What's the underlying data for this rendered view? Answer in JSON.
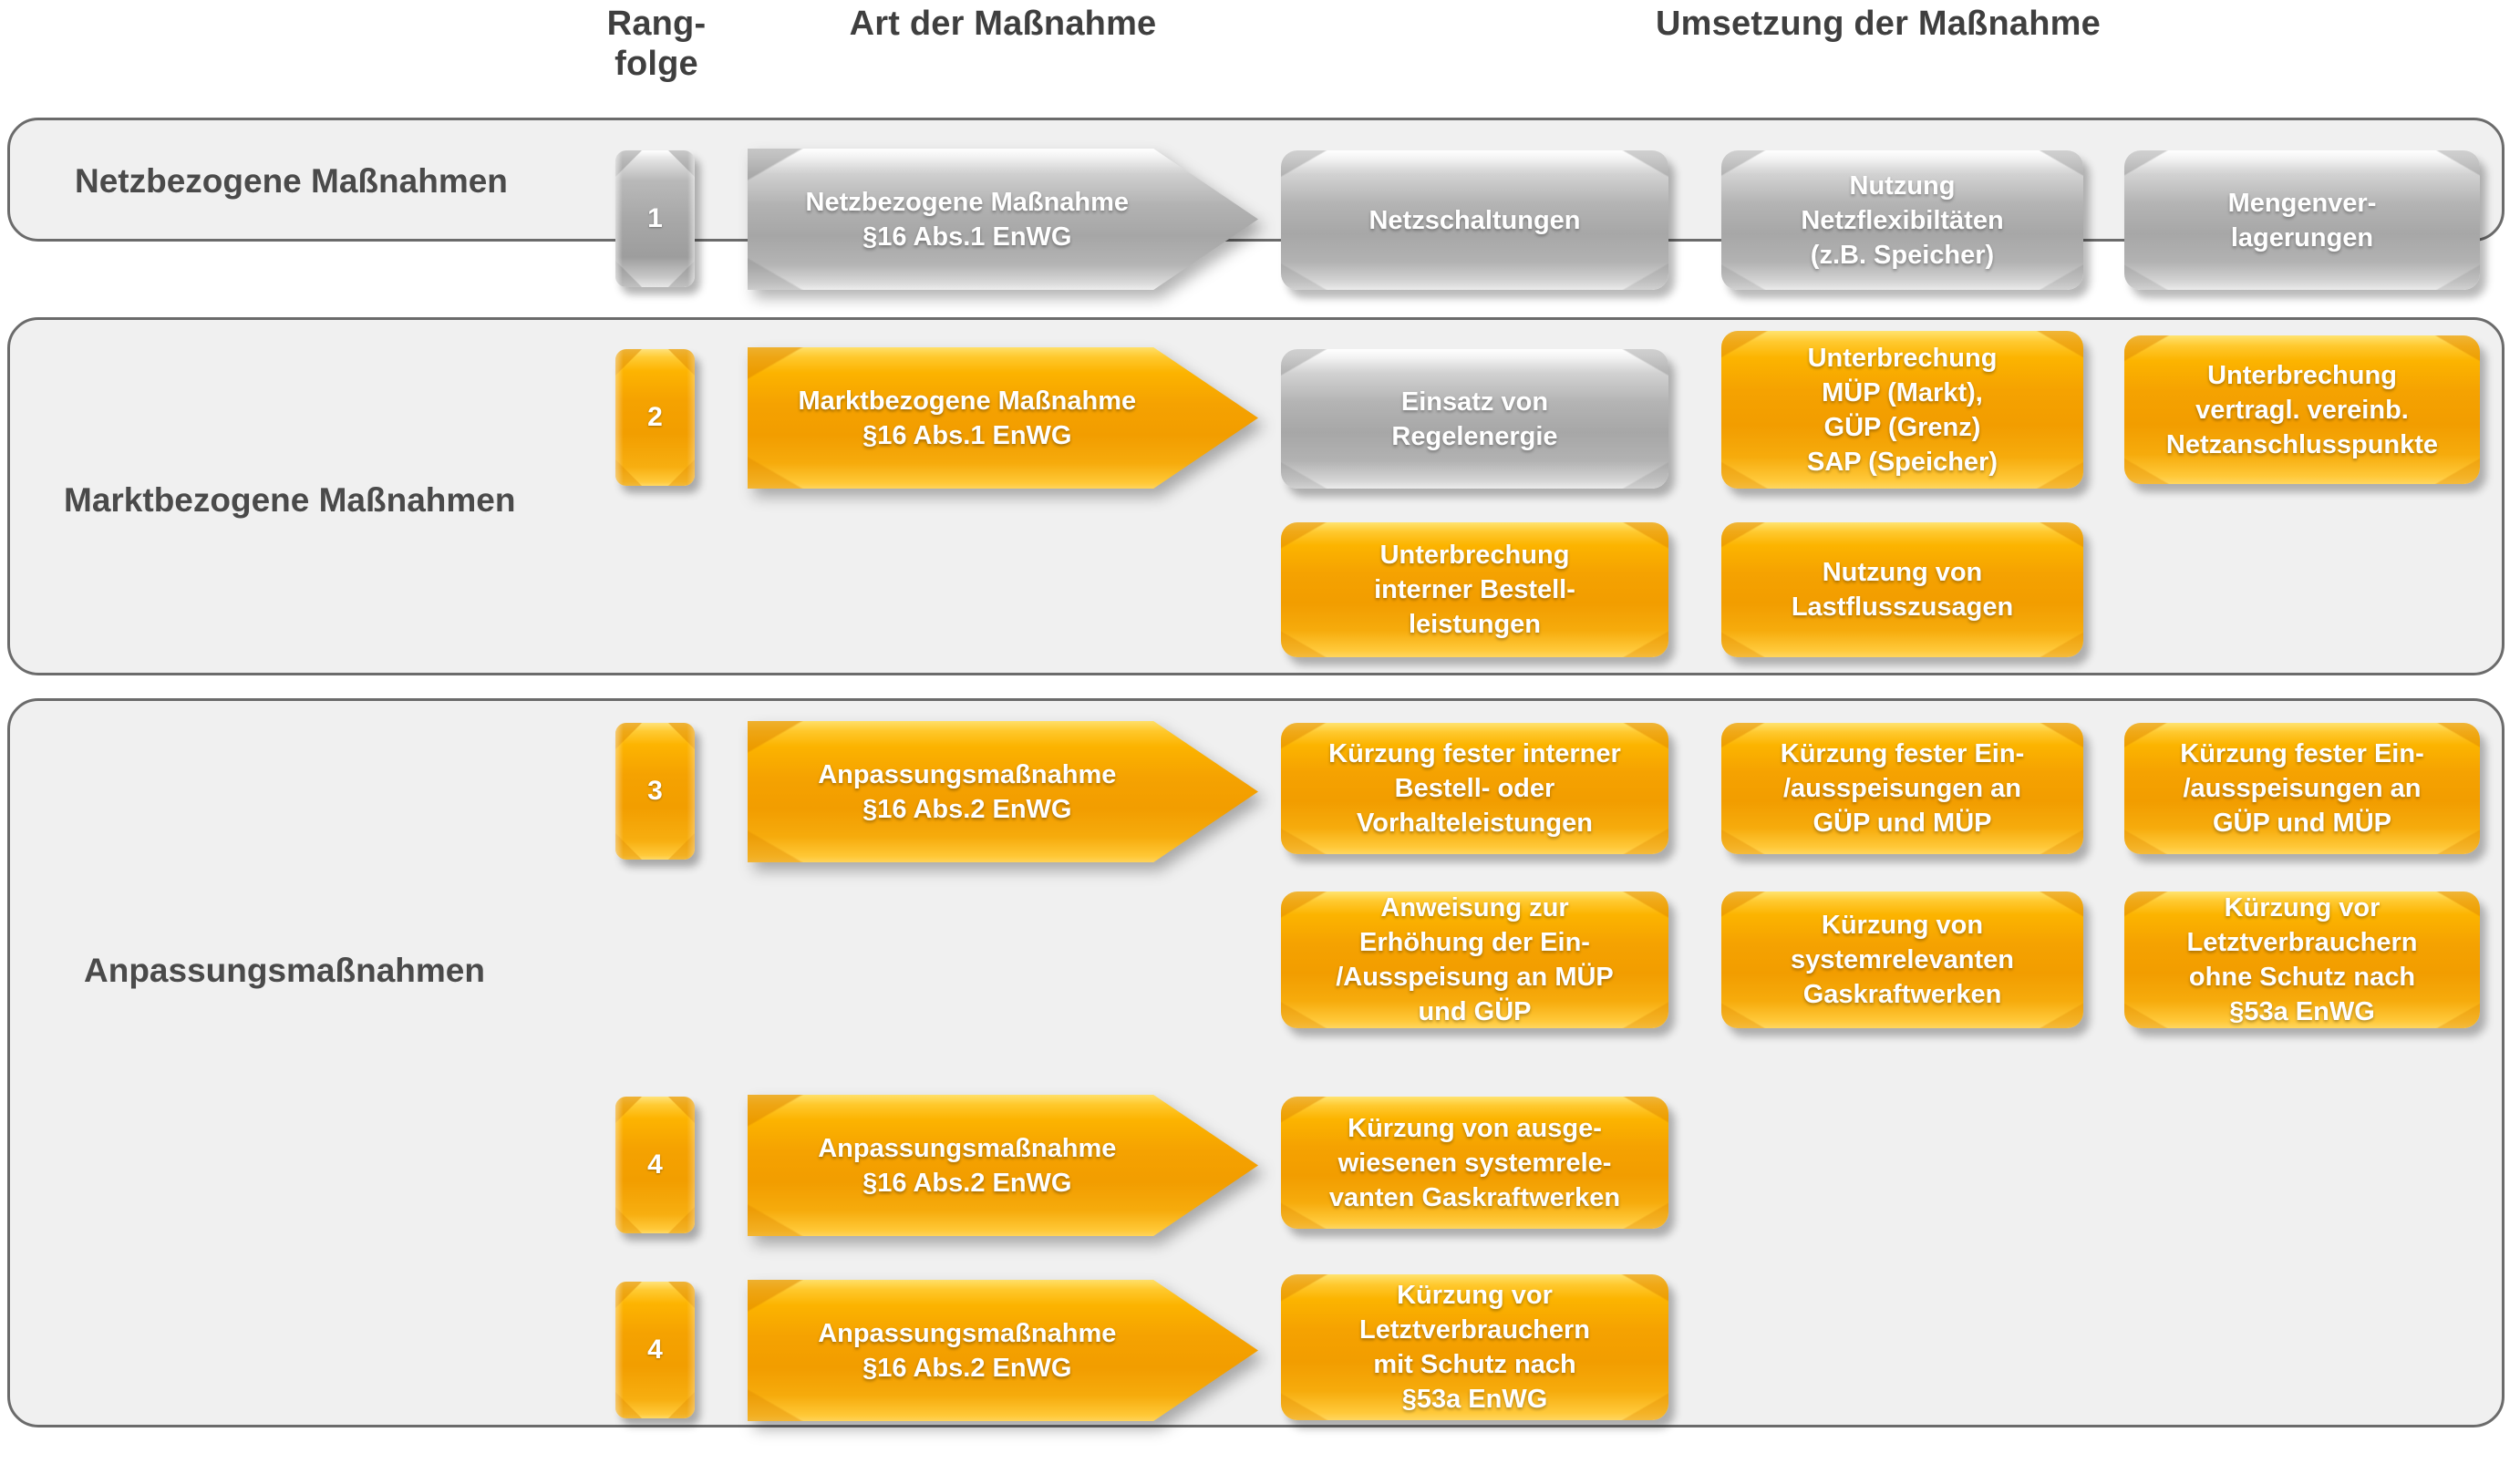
{
  "headers": {
    "rank": "Rang-\nfolge",
    "type": "Art der\nMaßnahme",
    "implementation": "Umsetzung der Maßnahme"
  },
  "colors": {
    "orange_face": "#F5A201",
    "orange_highlight": "#FFC92F",
    "grey_face": "#A7A7A7",
    "grey_highlight": "#F5F5F5",
    "panel_bg": "#F0F0F0",
    "panel_border": "#6B6B6B",
    "label_text": "#4A4A4A",
    "box_text": "#FFFFFF"
  },
  "groups": [
    {
      "label": "Netzbezogene Maßnahmen",
      "rows": [
        {
          "rank": "1",
          "rank_style": "grey",
          "type": "Netzbezogene Maßnahme\n§16 Abs.1 EnWG",
          "type_style": "grey",
          "measures": [
            {
              "text": "Netzschaltungen",
              "style": "grey"
            },
            {
              "text": "Nutzung\nNetzflexibiltäten\n(z.B. Speicher)",
              "style": "grey"
            },
            {
              "text": "Mengenver-\nlagerungen",
              "style": "grey"
            }
          ],
          "measures_row2": []
        }
      ]
    },
    {
      "label": "Marktbezogene Maßnahmen",
      "rows": [
        {
          "rank": "2",
          "rank_style": "orange",
          "type": "Marktbezogene Maßnahme\n§16 Abs.1 EnWG",
          "type_style": "orange",
          "measures": [
            {
              "text": "Einsatz von\nRegelenergie",
              "style": "grey"
            },
            {
              "text": "Unterbrechung\nMÜP (Markt),\nGÜP (Grenz)\nSAP (Speicher)",
              "style": "orange"
            },
            {
              "text": "Unterbrechung\nvertragl. vereinb.\nNetzanschlusspunkte",
              "style": "orange"
            }
          ],
          "measures_row2": [
            {
              "text": "Unterbrechung\ninterner Bestell-\nleistungen",
              "style": "orange"
            },
            {
              "text": "Nutzung von\nLastflusszusagen",
              "style": "orange"
            }
          ]
        }
      ]
    },
    {
      "label": "Anpassungsmaßnahmen",
      "rows": [
        {
          "rank": "3",
          "rank_style": "orange",
          "type": "Anpassungsmaßnahme\n§16 Abs.2 EnWG",
          "type_style": "orange",
          "measures": [
            {
              "text": "Kürzung fester interner\nBestell- oder\nVorhalteleistungen",
              "style": "orange"
            },
            {
              "text": "Kürzung fester Ein-\n/ausspeisungen an\nGÜP und MÜP",
              "style": "orange"
            },
            {
              "text": "Kürzung fester Ein-\n/ausspeisungen an\nGÜP und MÜP",
              "style": "orange"
            }
          ],
          "measures_row2": [
            {
              "text": "Anweisung zur\nErhöhung der Ein-\n/Ausspeisung an MÜP\nund GÜP",
              "style": "orange"
            },
            {
              "text": "Kürzung von\nsystemrelevanten\nGaskraftwerken",
              "style": "orange"
            },
            {
              "text": "Kürzung vor\nLetztverbrauchern\nohne Schutz nach\n§53a EnWG",
              "style": "orange"
            }
          ]
        },
        {
          "rank": "4",
          "rank_style": "orange",
          "type": "Anpassungsmaßnahme\n§16 Abs.2 EnWG",
          "type_style": "orange",
          "measures": [
            {
              "text": "Kürzung von ausge-\nwiesenen systemrele-\nvanten Gaskraftwerken",
              "style": "orange"
            }
          ],
          "measures_row2": []
        },
        {
          "rank": "4",
          "rank_style": "orange",
          "type": "Anpassungsmaßnahme\n§16 Abs.2 EnWG",
          "type_style": "orange",
          "measures": [
            {
              "text": "Kürzung vor\nLetztverbrauchern\nmit  Schutz  nach\n§53a EnWG",
              "style": "orange"
            }
          ],
          "measures_row2": []
        }
      ]
    }
  ]
}
